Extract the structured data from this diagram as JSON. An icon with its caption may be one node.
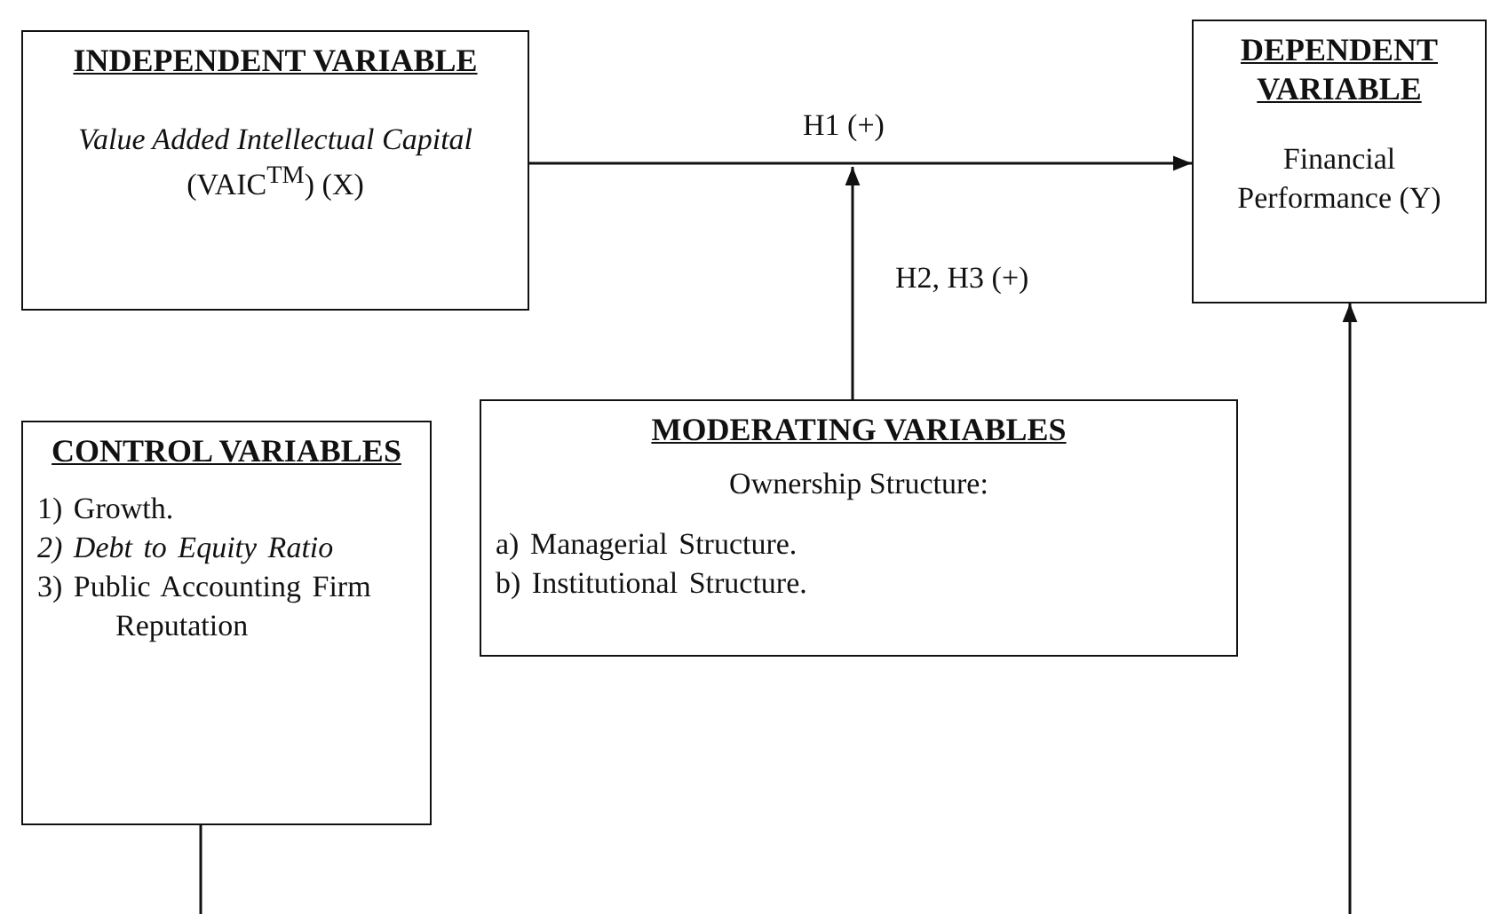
{
  "diagram": {
    "nodes": [
      {
        "text": [
          "INDEPENDENT VARIABLE",
          "*Value Added Intellectual Capital* (VAIC$^{TM}$) (X)"
        ]
      },
      {
        "text": [
          "DEPENDENT VARIABLE",
          "Financial Performance (Y)"
        ]
      },
      {
        "text": [
          "CONTROL VARIABLES",
          "1) Growth.",
          "2) Debt to Equity Ratio",
          "3) Public Accounting Firm Reputation"
        ]
      },
      {
        "text": [
          "MODERATING VARIABLES",
          "Ownership Structure:",
          "a) Managerial Structure.",
          "b) Institutional Structure."
        ]
      }
    ],
    "edges": [
      {
        "from": 0,
        "to": 1,
        "arrow": "to",
        "label": "H1 (+)"
      },
      {
        "from": 3,
        "to": null,
        "arrow": "to",
        "label": "H2, H3 (+)"
      },
      {
        "from": 2,
        "to": null,
        "arrow": "none"
      },
      {
        "from": null,
        "to": 1,
        "arrow": "to"
      }
    ]
  }
}
